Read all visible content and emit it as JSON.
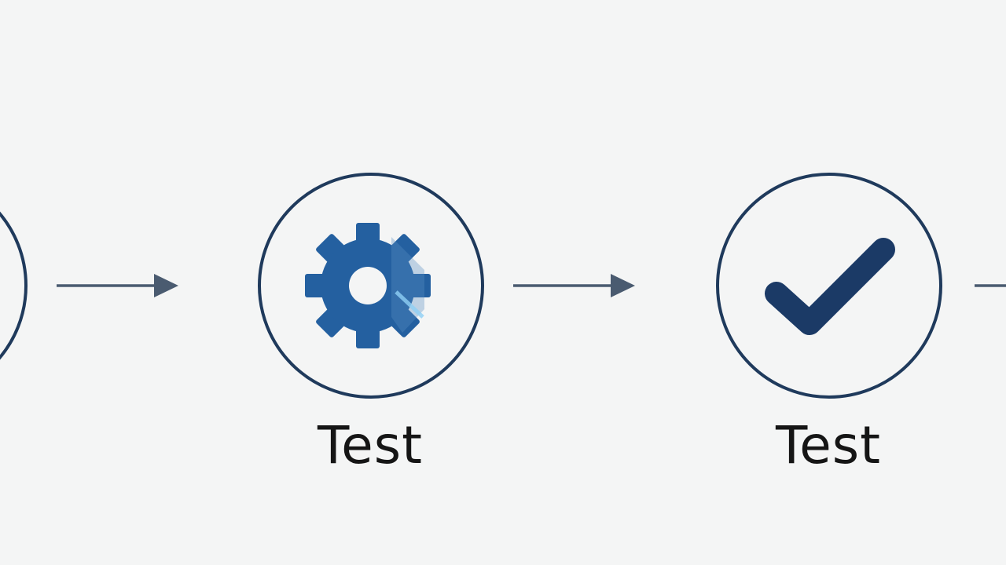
{
  "colors": {
    "background": "#f4f5f5",
    "circle_stroke": "#1f3a5c",
    "arrow": "#4a5b70",
    "gear_fill": "#2460a0",
    "check_fill": "#1b3a66",
    "label_text": "#151515"
  },
  "steps": [
    {
      "icon": "partial-circle",
      "label": ""
    },
    {
      "icon": "gear-icon",
      "label": "Test"
    },
    {
      "icon": "checkmark-icon",
      "label": "Test"
    },
    {
      "icon": "partial-arrow",
      "label": ""
    }
  ]
}
